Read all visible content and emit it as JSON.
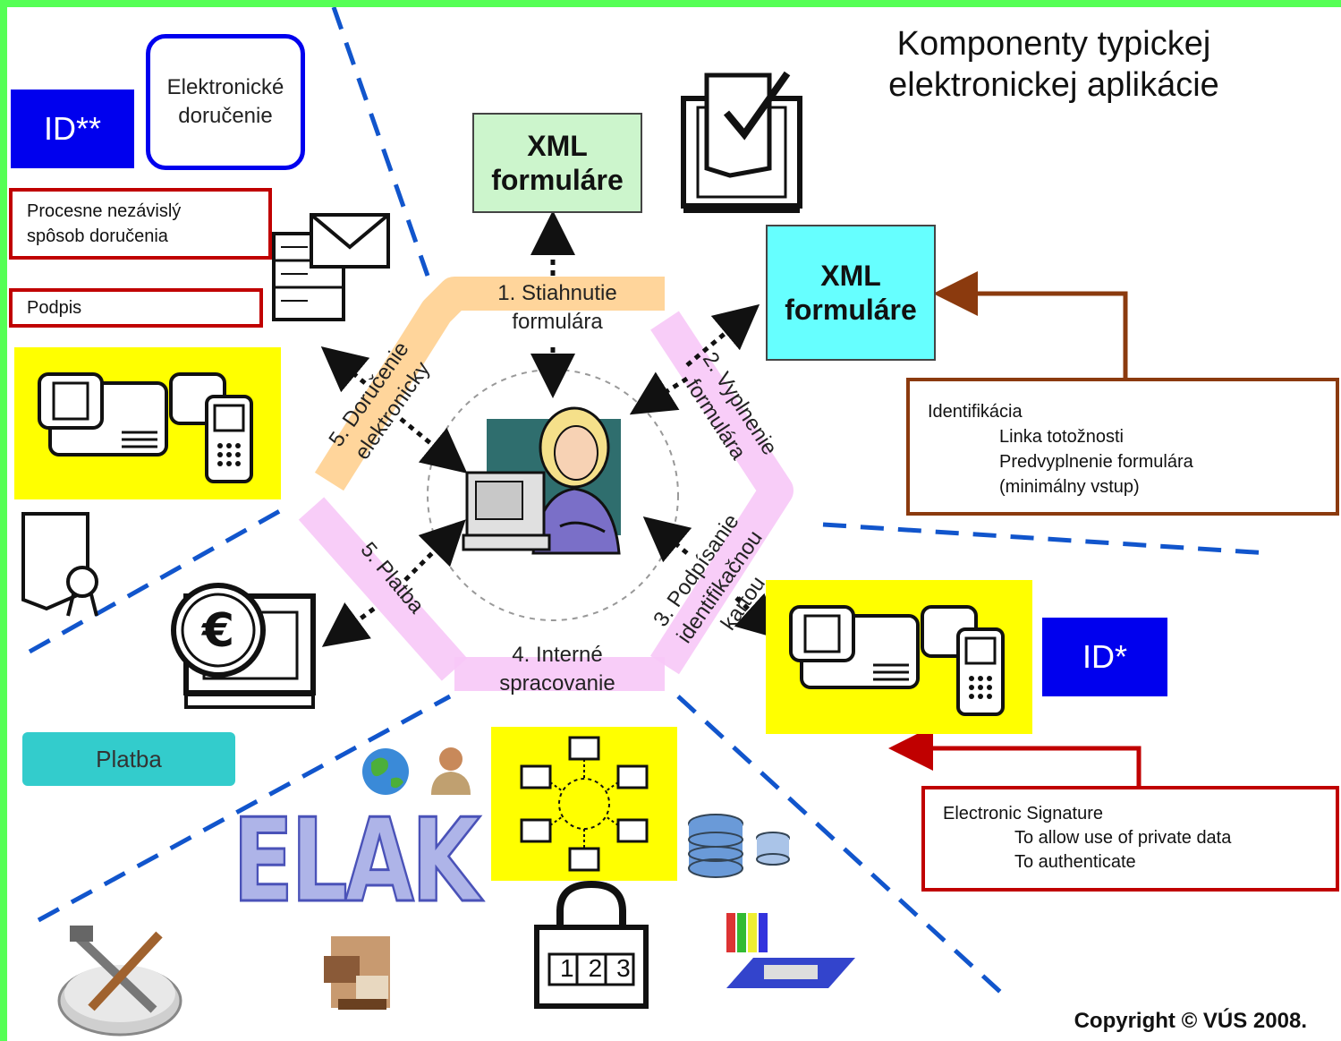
{
  "title_line1": "Komponenty typickej",
  "title_line2": "elektronickej aplikácie",
  "id_left": "ID**",
  "id_right": "ID*",
  "delivery_box": {
    "line1": "Elektronické",
    "line2": "doručenie"
  },
  "process_box": {
    "line1": "Procesne nezávislý",
    "line2": "spôsob doručenia"
  },
  "sign_box": "Podpis",
  "xml_top": {
    "line1": "XML",
    "line2": "formuláre"
  },
  "xml_right": {
    "line1": "XML",
    "line2": "formuláre"
  },
  "identification_box": {
    "heading": "Identifikácia",
    "items": [
      "Linka totožnosti",
      "Predvyplnenie formulára",
      "(minimálny vstup)"
    ]
  },
  "signature_box": {
    "heading": "Electronic Signature",
    "items": [
      "To allow use of private data",
      "To authenticate"
    ]
  },
  "payment_label": "Platba",
  "elak_logo": "ELAK",
  "steps": {
    "s1": {
      "line1": "1. Stiahnutie",
      "line2": "formulára"
    },
    "s2": {
      "line1": "2. Vyplnenie",
      "line2": "formulára"
    },
    "s3": {
      "line1": "3. Podpísanie",
      "line2": "identifikačnou",
      "line3": "kartou"
    },
    "s4": {
      "line1": "4. Interné",
      "line2": "spracovanie"
    },
    "s5a": {
      "line1": "5. Platba"
    },
    "s5b": {
      "line1": "5. Doručenie",
      "line2": "elektronicky"
    }
  },
  "lock_digits": "123",
  "copyright": "Copyright © VÚS 2008.",
  "colors": {
    "frame": "#55ff55",
    "dashed_line": "#1155cc",
    "id_blue": "#0000ee",
    "xml_green": "#ccf5cc",
    "xml_cyan": "#66ffff",
    "yellow": "#ffff00",
    "orange_band": "#ffd090",
    "pink_band": "#f7c8f7",
    "payment_teal": "#33cccc",
    "red_border": "#c00000",
    "brown_border": "#8b3a0e"
  }
}
